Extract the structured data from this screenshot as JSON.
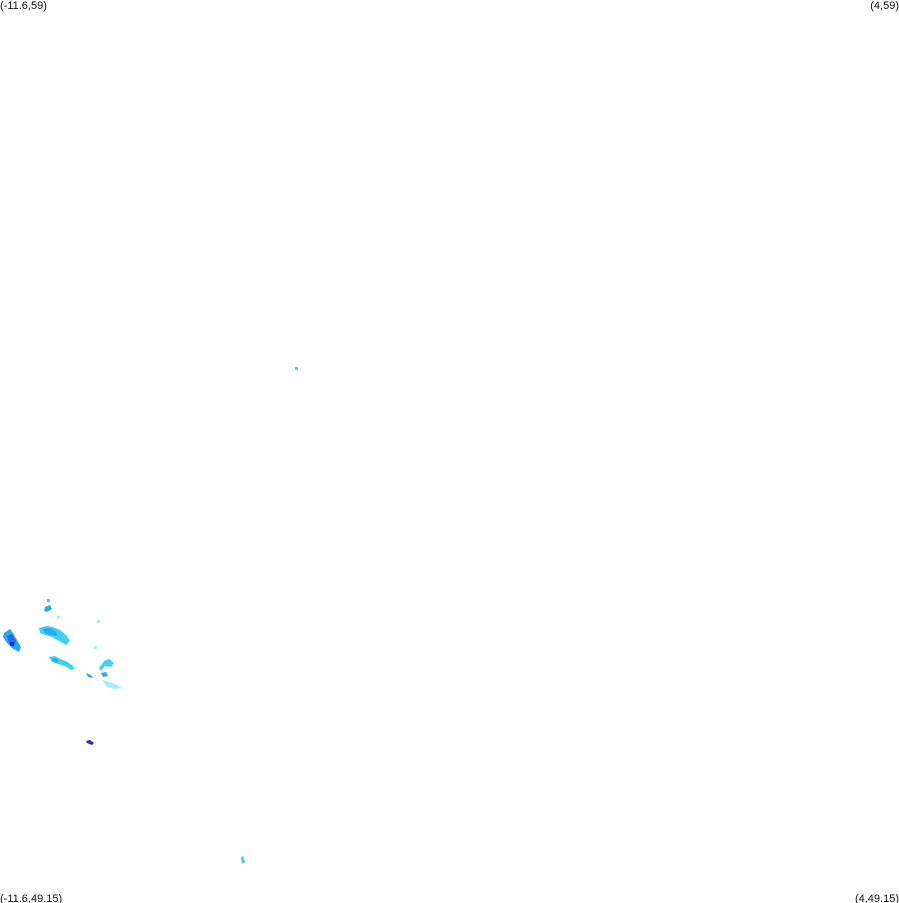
{
  "map": {
    "corners": {
      "top_left": "(-11.6,59)",
      "top_right": "(4,59)",
      "bottom_left": "(-11.6,49.15)",
      "bottom_right": "(4,49.15)"
    },
    "colors": {
      "background": "#ffffff",
      "very_light": "#9feefc",
      "light": "#3fd0f5",
      "medium": "#2aa8ee",
      "heavy": "#1f6fe0",
      "very_heavy": "#1432d6"
    }
  }
}
